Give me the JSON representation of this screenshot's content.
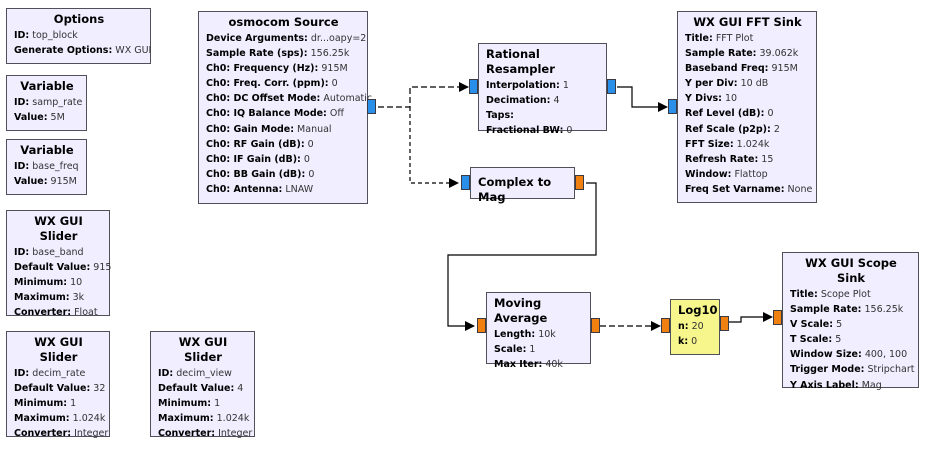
{
  "colors": {
    "block_bg": "#f0eeff",
    "block_bg_highlight": "#f6f68c",
    "port_complex": "#2a8fe8",
    "port_float": "#f08010",
    "wire": "#000000"
  },
  "blocks": {
    "options": {
      "title": "Options",
      "params": [
        {
          "key": "ID:",
          "value": "top_block"
        },
        {
          "key": "Generate Options:",
          "value": "WX GUI"
        }
      ]
    },
    "var_samp_rate": {
      "title": "Variable",
      "params": [
        {
          "key": "ID:",
          "value": "samp_rate"
        },
        {
          "key": "Value:",
          "value": "5M"
        }
      ]
    },
    "var_base_freq": {
      "title": "Variable",
      "params": [
        {
          "key": "ID:",
          "value": "base_freq"
        },
        {
          "key": "Value:",
          "value": "915M"
        }
      ]
    },
    "slider_base_band": {
      "title": "WX GUI Slider",
      "params": [
        {
          "key": "ID:",
          "value": "base_band"
        },
        {
          "key": "Default Value:",
          "value": "915"
        },
        {
          "key": "Minimum:",
          "value": "10"
        },
        {
          "key": "Maximum:",
          "value": "3k"
        },
        {
          "key": "Converter:",
          "value": "Float"
        }
      ]
    },
    "slider_decim_rate": {
      "title": "WX GUI Slider",
      "params": [
        {
          "key": "ID:",
          "value": "decim_rate"
        },
        {
          "key": "Default Value:",
          "value": "32"
        },
        {
          "key": "Minimum:",
          "value": "1"
        },
        {
          "key": "Maximum:",
          "value": "1.024k"
        },
        {
          "key": "Converter:",
          "value": "Integer"
        }
      ]
    },
    "slider_decim_view": {
      "title": "WX GUI Slider",
      "params": [
        {
          "key": "ID:",
          "value": "decim_view"
        },
        {
          "key": "Default Value:",
          "value": "4"
        },
        {
          "key": "Minimum:",
          "value": "1"
        },
        {
          "key": "Maximum:",
          "value": "1.024k"
        },
        {
          "key": "Converter:",
          "value": "Integer"
        }
      ]
    },
    "osmocom_source": {
      "title": "osmocom Source",
      "params": [
        {
          "key": "Device Arguments:",
          "value": "dr...oapy=2"
        },
        {
          "key": "Sample Rate (sps):",
          "value": "156.25k"
        },
        {
          "key": "Ch0: Frequency (Hz):",
          "value": "915M"
        },
        {
          "key": "Ch0: Freq. Corr. (ppm):",
          "value": "0"
        },
        {
          "key": "Ch0: DC Offset Mode:",
          "value": "Automatic"
        },
        {
          "key": "Ch0: IQ Balance Mode:",
          "value": "Off"
        },
        {
          "key": "Ch0: Gain Mode:",
          "value": "Manual"
        },
        {
          "key": "Ch0: RF Gain (dB):",
          "value": "0"
        },
        {
          "key": "Ch0: IF Gain (dB):",
          "value": "0"
        },
        {
          "key": "Ch0: BB Gain (dB):",
          "value": "0"
        },
        {
          "key": "Ch0: Antenna:",
          "value": "LNAW"
        }
      ]
    },
    "rational_resampler": {
      "title": "Rational Resampler",
      "params": [
        {
          "key": "Interpolation:",
          "value": "1"
        },
        {
          "key": "Decimation:",
          "value": "4"
        },
        {
          "key": "Taps:",
          "value": ""
        },
        {
          "key": "Fractional BW:",
          "value": "0"
        }
      ]
    },
    "complex_to_mag": {
      "title": "Complex to Mag",
      "params": []
    },
    "fft_sink": {
      "title": "WX GUI FFT Sink",
      "params": [
        {
          "key": "Title:",
          "value": "FFT Plot"
        },
        {
          "key": "Sample Rate:",
          "value": "39.062k"
        },
        {
          "key": "Baseband Freq:",
          "value": "915M"
        },
        {
          "key": "Y per Div:",
          "value": "10 dB"
        },
        {
          "key": "Y Divs:",
          "value": "10"
        },
        {
          "key": "Ref Level (dB):",
          "value": "0"
        },
        {
          "key": "Ref Scale (p2p):",
          "value": "2"
        },
        {
          "key": "FFT Size:",
          "value": "1.024k"
        },
        {
          "key": "Refresh Rate:",
          "value": "15"
        },
        {
          "key": "Window:",
          "value": "Flattop"
        },
        {
          "key": "Freq Set Varname:",
          "value": "None"
        }
      ]
    },
    "moving_average": {
      "title": "Moving Average",
      "params": [
        {
          "key": "Length:",
          "value": "10k"
        },
        {
          "key": "Scale:",
          "value": "1"
        },
        {
          "key": "Max Iter:",
          "value": "40k"
        }
      ]
    },
    "log10": {
      "title": "Log10",
      "params": [
        {
          "key": "n:",
          "value": "20"
        },
        {
          "key": "k:",
          "value": "0"
        }
      ]
    },
    "scope_sink": {
      "title": "WX GUI Scope Sink",
      "params": [
        {
          "key": "Title:",
          "value": "Scope Plot"
        },
        {
          "key": "Sample Rate:",
          "value": "156.25k"
        },
        {
          "key": "V Scale:",
          "value": "5"
        },
        {
          "key": "T Scale:",
          "value": "5"
        },
        {
          "key": "Window Size:",
          "value": "400, 100"
        },
        {
          "key": "Trigger Mode:",
          "value": "Stripchart"
        },
        {
          "key": "Y Axis Label:",
          "value": "Mag"
        }
      ]
    }
  },
  "connections": [
    {
      "from": "osmocom_source.out0",
      "to": "rational_resampler.in0",
      "type": "complex"
    },
    {
      "from": "osmocom_source.out0",
      "to": "complex_to_mag.in0",
      "type": "complex"
    },
    {
      "from": "rational_resampler.out0",
      "to": "fft_sink.in0",
      "type": "complex"
    },
    {
      "from": "complex_to_mag.out0",
      "to": "moving_average.in0",
      "type": "float"
    },
    {
      "from": "moving_average.out0",
      "to": "log10.in0",
      "type": "float"
    },
    {
      "from": "log10.out0",
      "to": "scope_sink.in0",
      "type": "float"
    }
  ]
}
